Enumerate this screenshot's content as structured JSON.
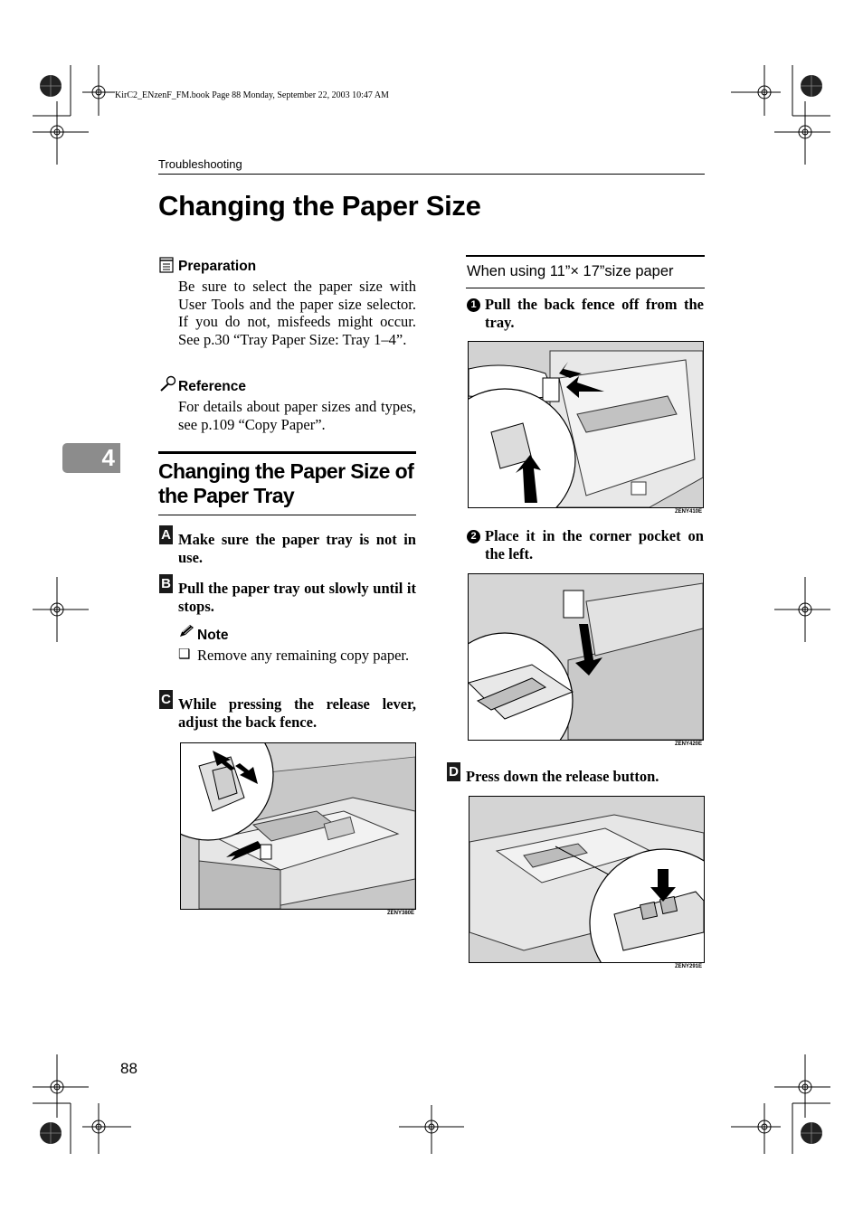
{
  "file_info": "KirC2_ENzenF_FM.book  Page 88  Monday, September 22, 2003  10:47 AM",
  "running_head": "Troubleshooting",
  "page_title": "Changing the Paper Size",
  "chapter_tab": "4",
  "preparation": {
    "heading": "Preparation",
    "text": "Be sure to select the paper size with User Tools and the paper size selector. If you do not, misfeeds might occur. See p.30 “Tray Paper Size: Tray 1–4”."
  },
  "reference": {
    "heading": "Reference",
    "text": "For details about paper sizes and types, see p.109 “Copy Paper”."
  },
  "section_heading": "Changing the Paper Size of the Paper Tray",
  "steps": [
    {
      "num": "A",
      "text": "Make sure the paper tray is not in use."
    },
    {
      "num": "B",
      "text": "Pull the paper tray out slowly until it stops."
    },
    {
      "num": "C",
      "text": "While pressing the release lever, adjust the back fence."
    },
    {
      "num": "D",
      "text": "Press down the release button."
    }
  ],
  "note": {
    "heading": "Note",
    "bullet": "❑",
    "text": "Remove any remaining copy paper."
  },
  "right_column": {
    "heading": "When using 11”× 17”size paper",
    "substeps": [
      {
        "num": "1",
        "text": "Pull the back fence off from the tray."
      },
      {
        "num": "2",
        "text": "Place it in the corner pocket on the left."
      }
    ]
  },
  "figure_captions": {
    "fig_step3": "ZENY380E",
    "fig_sub1": "ZENY410E",
    "fig_sub2": "ZENY420E",
    "fig_step4": "ZENY291E"
  },
  "page_number": "88"
}
